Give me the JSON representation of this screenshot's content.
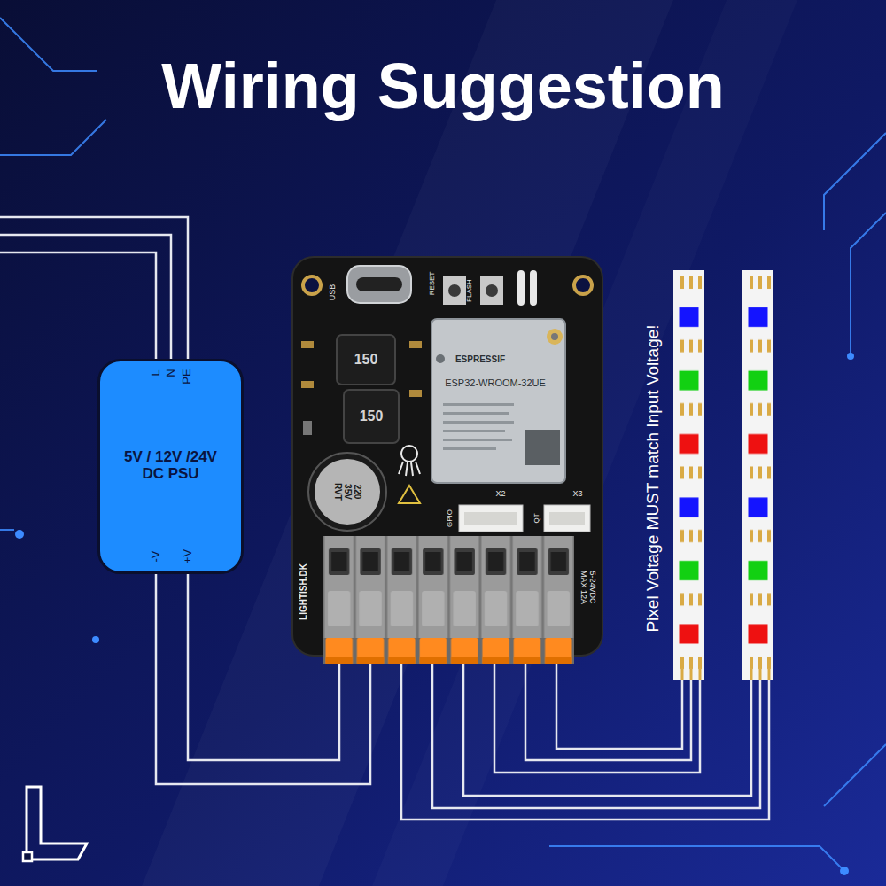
{
  "diagram": {
    "title": "Wiring Suggestion",
    "nodes": [
      {
        "text": [
          "5V / 12V /24V DC PSU"
        ]
      },
      {
        "text": [
          "USB",
          "RESET",
          "FLASH",
          "150",
          "150",
          "220 35V RVT",
          "GPIO",
          "X2",
          "QT",
          "X3",
          "LIGHTISH.DK",
          "5-24VDC MAX 12A"
        ]
      },
      {
        "text": [
          "ESPRESSIF",
          "ESP32-WROOM-32UE"
        ],
        "in": 1
      }
    ],
    "edges": [
      {
        "from": 0,
        "to": 1,
        "arrow": "none"
      },
      {
        "from": 0,
        "to": 1,
        "arrow": "none"
      }
    ],
    "labels": [
      "L",
      "N",
      "PE",
      "-V",
      "+V",
      "Pixel Voltage MUST match Input Voltage!"
    ]
  }
}
